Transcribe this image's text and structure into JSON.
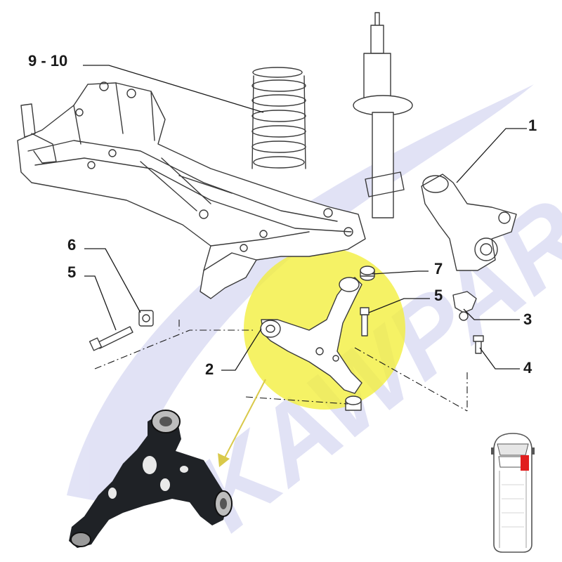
{
  "callouts": {
    "c1": "1",
    "c2": "2",
    "c3": "3",
    "c4": "4",
    "c5a": "5",
    "c5b": "5",
    "c6": "6",
    "c7": "7",
    "c9_10": "9 - 10"
  },
  "watermark": {
    "text": "KAWPAR",
    "color": "#4a4fc4"
  },
  "colors": {
    "highlight": "#f2ee3a",
    "arrow": "#d9c94a",
    "vehicle_marker": "#e11e1e",
    "line": "#3a3a3a",
    "photo_arm": "#1f2226"
  },
  "icons": {
    "vehicle": "van-top-view-icon",
    "position_marker": "front-right-marker-icon"
  }
}
